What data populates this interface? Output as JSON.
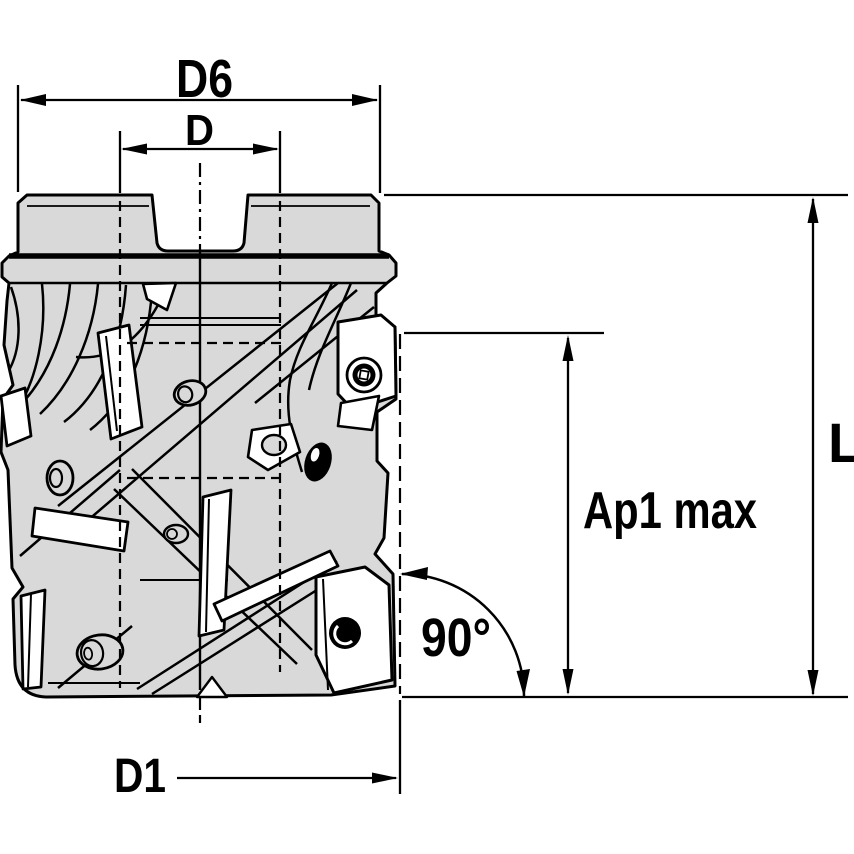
{
  "drawing": {
    "type": "technical-dimension-drawing",
    "labels": {
      "d6": "D6",
      "d": "D",
      "l": "L",
      "ap1_max": "Ap1 max",
      "angle": "90°",
      "d1": "D1"
    }
  },
  "colors": {
    "background": "#ffffff",
    "line": "#000000",
    "body-fill": "#d9d9d9",
    "insert-fill": "#ffffff"
  }
}
